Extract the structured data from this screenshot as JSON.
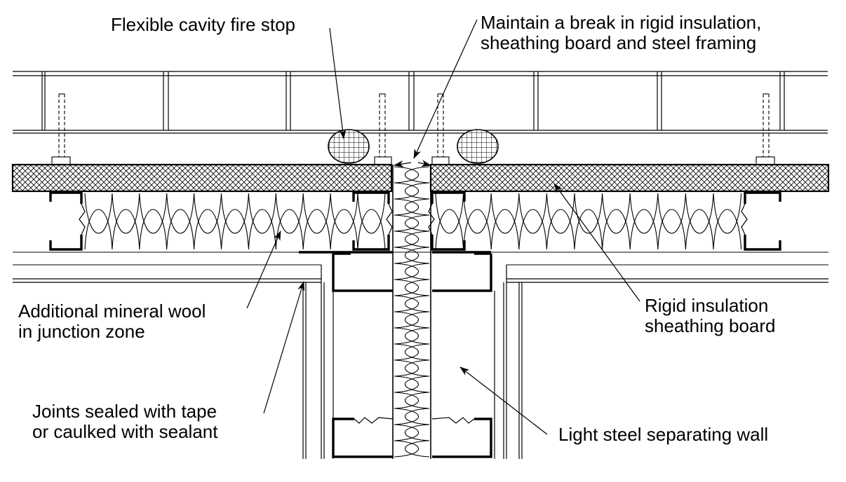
{
  "labels": {
    "fire_stop": {
      "lines": [
        "Flexible cavity fire stop"
      ]
    },
    "break": {
      "lines": [
        "Maintain a break in rigid insulation,",
        "sheathing board and steel framing"
      ]
    },
    "mineral_wool": {
      "lines": [
        "Additional mineral wool",
        "in junction zone"
      ]
    },
    "rigid_insulation": {
      "lines": [
        "Rigid insulation",
        "sheathing board"
      ]
    },
    "joints": {
      "lines": [
        "Joints sealed with tape",
        "or caulked with sealant"
      ]
    },
    "separating_wall": {
      "lines": [
        "Light steel separating wall"
      ]
    }
  },
  "colors": {
    "line": "#000000",
    "background": "#ffffff"
  }
}
